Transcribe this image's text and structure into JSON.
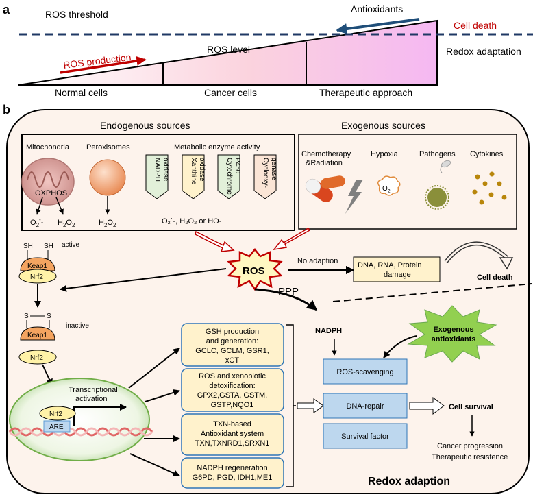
{
  "panel_a": {
    "letter": "a",
    "ros_threshold": "ROS threshold",
    "antioxidants": "Antioxidants",
    "cell_death": "Cell death",
    "ros_production": "ROS production",
    "ros_level": "ROS level",
    "redox_adaptation": "Redox adaptation",
    "stages": [
      "Normal cells",
      "Cancer cells",
      "Therapeutic approach"
    ]
  },
  "panel_b": {
    "letter": "b",
    "endogenous_title": "Endogenous sources",
    "exogenous_title": "Exogenous sources",
    "mitochondria": "Mitochondria",
    "oxphos": "OXPHOS",
    "mito_product_1": "O",
    "mito_product_1_sub": "2",
    "mito_product_1_sup": "-",
    "mito_product_1_suffix": "-",
    "mito_product_2": "H",
    "mito_product_2_sub1": "2",
    "mito_product_2_mid": "O",
    "mito_product_2_sub2": "2",
    "peroxisomes": "Peroxisomes",
    "perox_product": "H",
    "perox_product_sub1": "2",
    "perox_product_mid": "O",
    "perox_product_sub2": "2",
    "metabolic_title": "Metabolic  enzyme activity",
    "enzymes": [
      {
        "line1": "NADPH",
        "line2": "oxidase"
      },
      {
        "line1": "Xanthine",
        "line2": "oxidase"
      },
      {
        "line1": "Cytochrome",
        "line2": "P450"
      },
      {
        "line1": "Cyclooxy-",
        "line2": "genase"
      }
    ],
    "enzyme_products": "O₂˙-, H₂O₂ or HO-",
    "exogenous": [
      "Chemotherapy",
      "&Radiation",
      "Hypoxia",
      "Pathogens",
      "Cytokines"
    ],
    "hypoxia_o2": "O",
    "hypoxia_o2_sub": "2",
    "ros": "ROS",
    "no_adaption": "No adaption",
    "damage_line1": "DNA, RNA, Protein",
    "damage_line2": "damage",
    "cell_death": "Cell death",
    "sh": "SH",
    "active": "active",
    "keap1": "Keap1",
    "nrf2": "Nrf2",
    "s": "S",
    "inactive": "inactive",
    "transcriptional_line1": "Transcriptional",
    "transcriptional_line2": "activation",
    "are": "ARE",
    "ppp": "PPP",
    "nadph": "NADPH",
    "exogenous_antioxidants_line1": "Exogenous",
    "exogenous_antioxidants_line2": "antioxidants",
    "gene_boxes": [
      [
        "GSH production",
        "and generation:",
        "GCLC, GCLM, GSR1,",
        "xCT"
      ],
      [
        "ROS and xenobiotic",
        "detoxification:",
        "GPX2,GSTA, GSTM,",
        "GSTP,NQO1"
      ],
      [
        "TXN-based",
        "Antioxidant system",
        "TXN,TXNRD1,SRXN1"
      ],
      [
        "NADPH regeneration",
        "G6PD, PGD, IDH1,ME1"
      ]
    ],
    "outcomes": [
      "ROS-scavenging",
      "DNA-repair",
      "Survival factor"
    ],
    "cell_survival": "Cell survival",
    "cancer_progression": "Cancer progression",
    "therapeutic_resistence": "Therapeutic resistence",
    "redox_adaption": "Redox adaption"
  },
  "colors": {
    "dashed_line": "#1f3864",
    "red_arrow": "#c00000",
    "blue_arrow": "#1f4e79",
    "cell_bg": "#fdf3ec",
    "box_yellow": "#fff2cc",
    "box_blue": "#bdd7ee",
    "enzyme_green": "#e2f0d9",
    "enzyme_yellow": "#fff2cc",
    "enzyme_peach": "#fbe5d6",
    "keap1": "#f4a460",
    "nrf2": "#fff2a8",
    "star_green": "#92d050"
  }
}
